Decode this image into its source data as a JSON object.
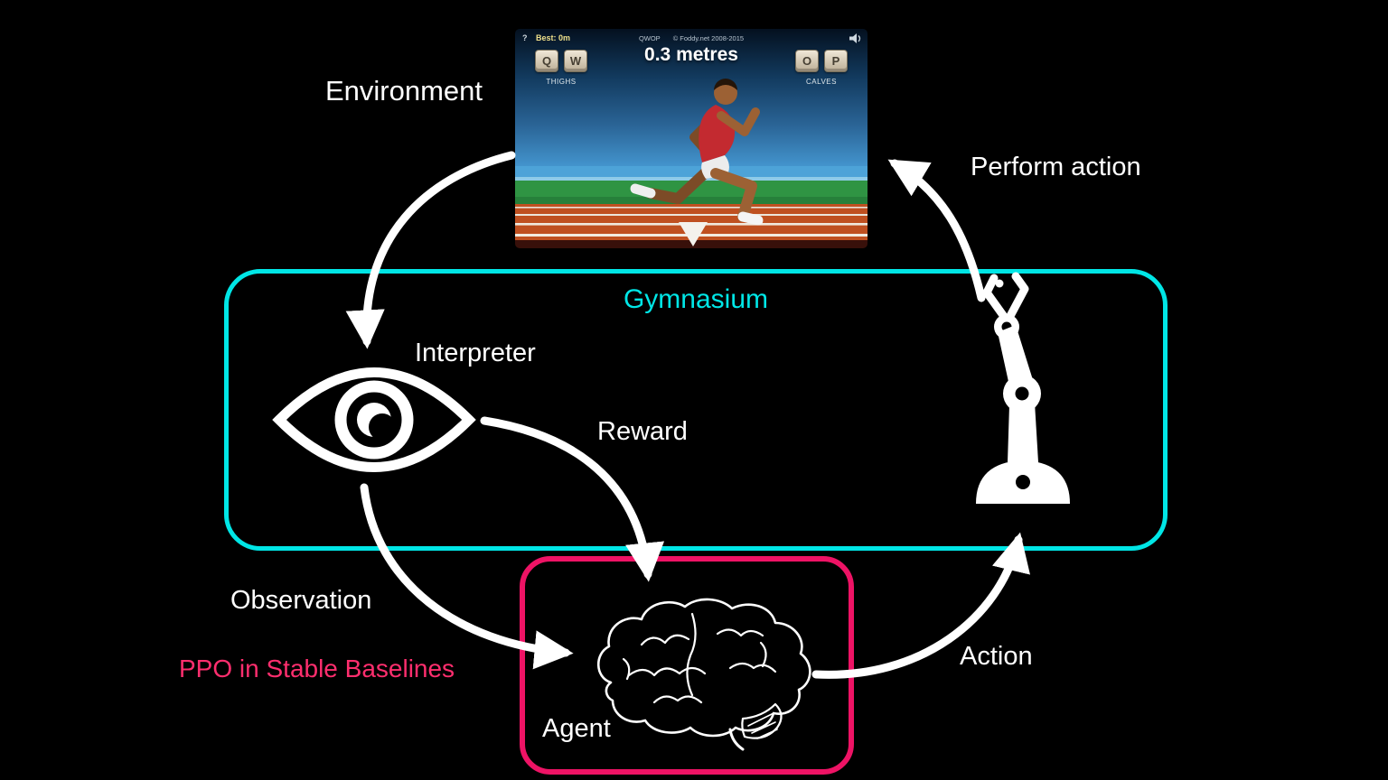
{
  "colors": {
    "background": "#000000",
    "cyan_accent": "#00e6e6",
    "pink_accent": "#ee1365",
    "ppo_text": "#ff2e6e",
    "arrow": "#ffffff"
  },
  "labels": {
    "environment": "Environment",
    "perform_action": "Perform action",
    "interpreter": "Interpreter",
    "reward": "Reward",
    "observation": "Observation",
    "ppo": "PPO in Stable Baselines",
    "action": "Action"
  },
  "gymnasium": {
    "title": "Gymnasium"
  },
  "agent": {
    "title": "Agent"
  },
  "game": {
    "help": "?",
    "best": "Best: 0m",
    "credit_title": "QWOP",
    "credit": "© Foddy.net 2008-2015",
    "distance": "0.3 metres",
    "left_keys": [
      "Q",
      "W"
    ],
    "left_muscle": "THIGHS",
    "right_keys": [
      "O",
      "P"
    ],
    "right_muscle": "CALVES"
  }
}
